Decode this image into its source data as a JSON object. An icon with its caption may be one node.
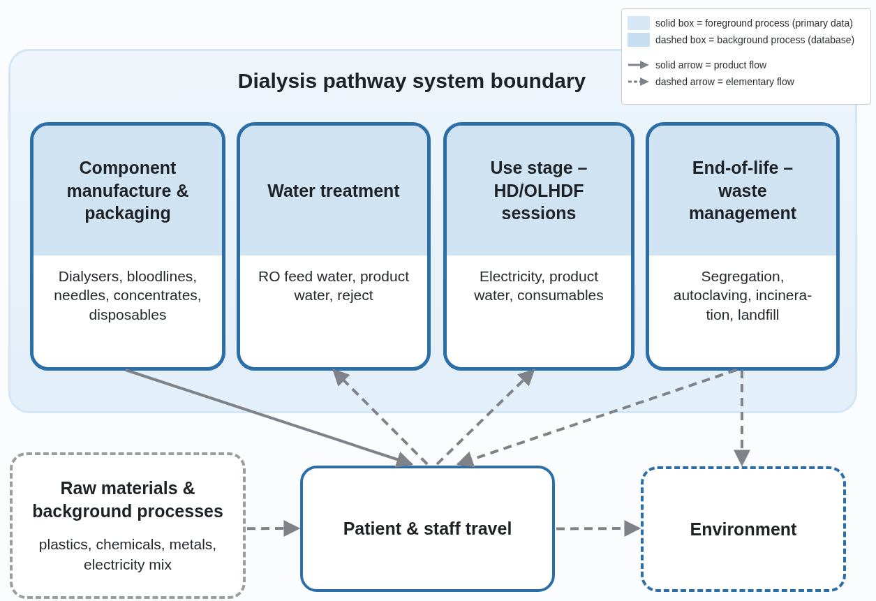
{
  "diagram": {
    "nodes": [
      {
        "text": [
          "Dialysis pathway system boundary"
        ]
      },
      {
        "text": [
          "Component manufacture & packaging",
          "Dialysers, bloodlines, needles, concentrates, disposables"
        ],
        "in": 0
      },
      {
        "text": [
          "Water treatment",
          "RO feed water, product water, reject"
        ],
        "in": 0
      },
      {
        "text": [
          "Use stage – HD/OLHDF sessions",
          "Electricity, product water, consumables"
        ],
        "in": 0
      },
      {
        "text": [
          "End-of-life – waste management",
          "Segregation, autoclaving, incinera-tion, landfill"
        ],
        "in": 0
      },
      {
        "text": [
          "Raw materials & background processes",
          "plastics, chemicals, metals, electricity mix"
        ]
      },
      {
        "text": [
          "Patient & staff travel"
        ]
      },
      {
        "text": [
          "Environment"
        ]
      }
    ],
    "edges": [
      {
        "from": 1,
        "to": 6,
        "arrow": "to"
      },
      {
        "from": 6,
        "to": 2,
        "arrow": "to",
        "style": "dashed"
      },
      {
        "from": 6,
        "to": 3,
        "arrow": "to",
        "style": "dashed"
      },
      {
        "from": 4,
        "to": 6,
        "arrow": "to",
        "style": "dashed"
      },
      {
        "from": 4,
        "to": 7,
        "arrow": "to",
        "style": "dashed"
      },
      {
        "from": 5,
        "to": 6,
        "arrow": "to",
        "style": "dashed"
      },
      {
        "from": 6,
        "to": 7,
        "arrow": "to",
        "style": "dashed"
      }
    ],
    "legend": [
      {
        "text": "solid box = foreground process (primary data)",
        "color": "#d6e8f5"
      },
      {
        "text": "dashed box = background process (database)",
        "color": "#c6def2"
      },
      {
        "text": "solid arrow = product flow"
      },
      {
        "text": "dashed arrow = elementary flow"
      }
    ]
  }
}
